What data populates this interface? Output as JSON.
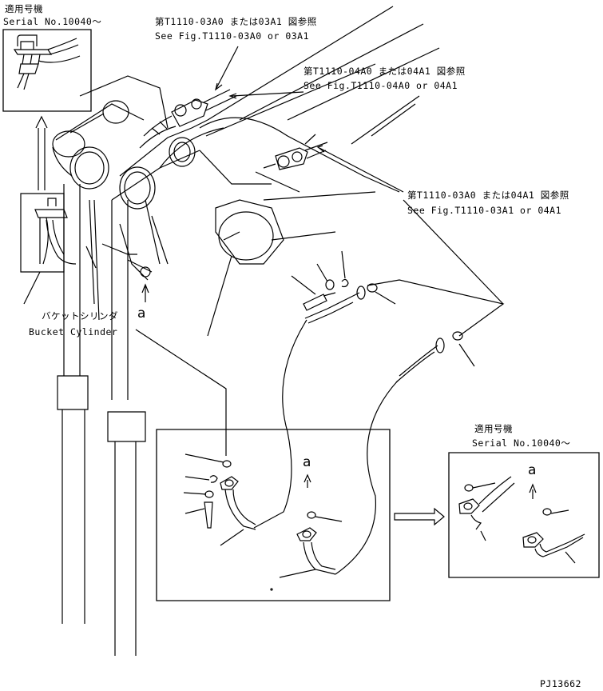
{
  "labels": {
    "serial_jp_top": "適用号機",
    "serial_en_top": "Serial No.10040～",
    "ref1_jp": "第T1110-03A0 または03A1 図参照",
    "ref1_en": "See Fig.T1110-03A0 or 03A1",
    "ref2_jp": "第T1110-04A0 または04A1 図参照",
    "ref2_en": "See Fig.T1110-04A0 or 04A1",
    "ref3_jp": "第T1110-03A0 または04A1 図参照",
    "ref3_en": "See Fig.T1110-03A1 or 04A1",
    "bucket_jp": "バケットシリンダ",
    "bucket_en": "Bucket Cylinder",
    "view_a_main": "a",
    "view_a_detail": "a",
    "view_a_right": "a",
    "serial_jp_right": "適用号機",
    "serial_en_right": "Serial No.10040～",
    "drawing_no": "PJ13662"
  }
}
